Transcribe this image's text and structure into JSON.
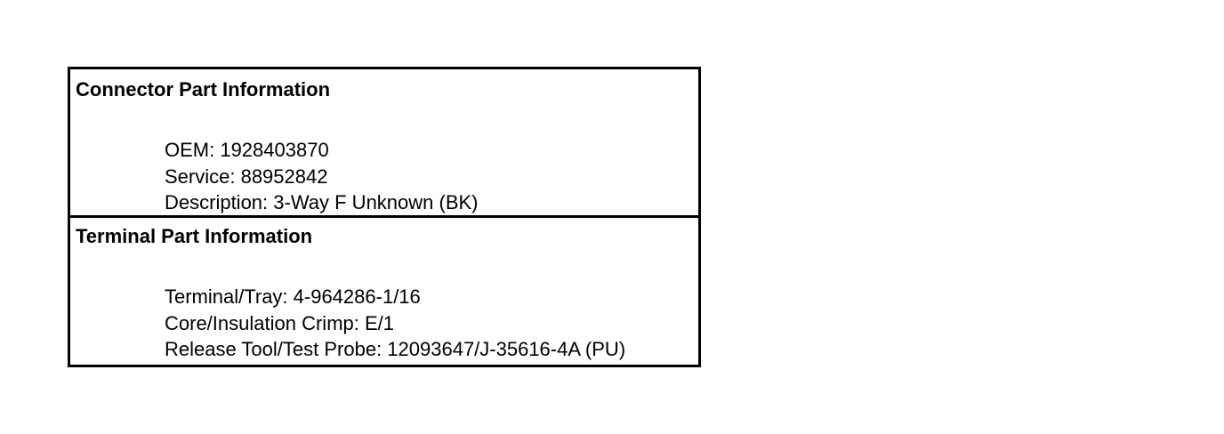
{
  "connector": {
    "title": "Connector Part Information",
    "lines": [
      "OEM: 1928403870",
      "Service: 88952842",
      "Description: 3-Way F Unknown (BK)"
    ]
  },
  "terminal": {
    "title": "Terminal Part Information",
    "lines": [
      "Terminal/Tray: 4-964286-1/16",
      "Core/Insulation Crimp: E/1",
      "Release Tool/Test Probe: 12093647/J-35616-4A (PU)"
    ]
  }
}
